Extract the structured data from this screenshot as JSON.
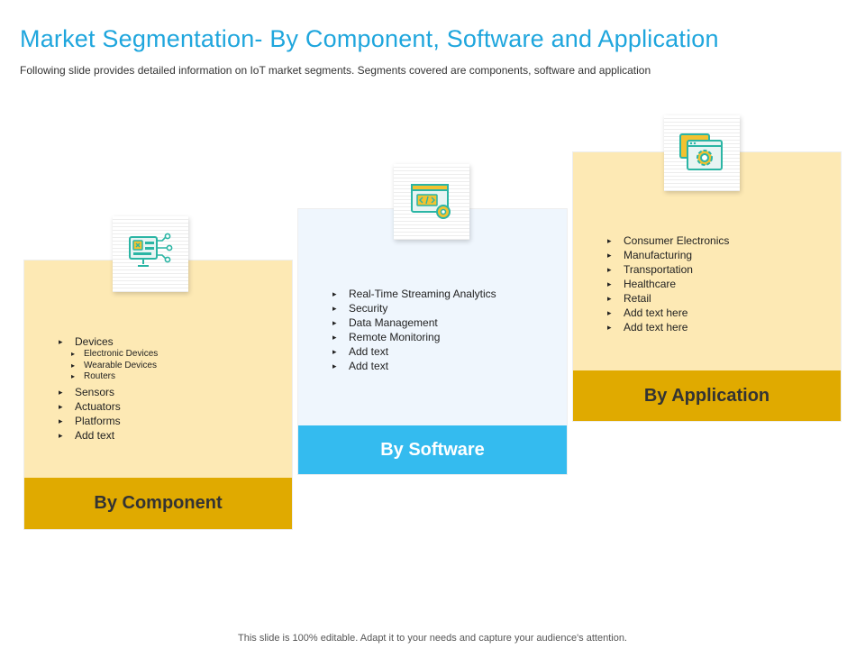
{
  "title": "Market Segmentation- By Component, Software and Application",
  "subtitle": "Following slide provides detailed information  on IoT market segments. Segments covered are components,  software and application",
  "panels": {
    "component": {
      "heading": "By Component",
      "icon": "monitor-network-icon",
      "items": {
        "devices": "Devices",
        "devices_sub": [
          "Electronic Devices",
          "Wearable Devices",
          "Routers"
        ],
        "sensors": "Sensors",
        "actuators": "Actuators",
        "platforms": "Platforms",
        "add_text": "Add text"
      }
    },
    "software": {
      "heading": "By Software",
      "icon": "code-window-gear-icon",
      "items": [
        "Real-Time  Streaming  Analytics",
        "Security",
        "Data Management",
        "Remote  Monitoring",
        "Add text",
        "Add text"
      ]
    },
    "application": {
      "heading": "By Application",
      "icon": "browser-gear-icon",
      "items": [
        "Consumer Electronics",
        "Manufacturing",
        "Transportation",
        "Healthcare",
        "Retail",
        "Add text here",
        "Add text here"
      ]
    }
  },
  "footnote": "This slide  is 100% editable.  Adapt it to your needs  and capture your audience's attention.",
  "colors": {
    "title": "#1fa6dd",
    "yellow_light": "#fde9b4",
    "yellow_dark": "#e0aa00",
    "blue_light": "#eff6fd",
    "blue": "#34bbef",
    "icon_green": "#2bb5a4"
  }
}
